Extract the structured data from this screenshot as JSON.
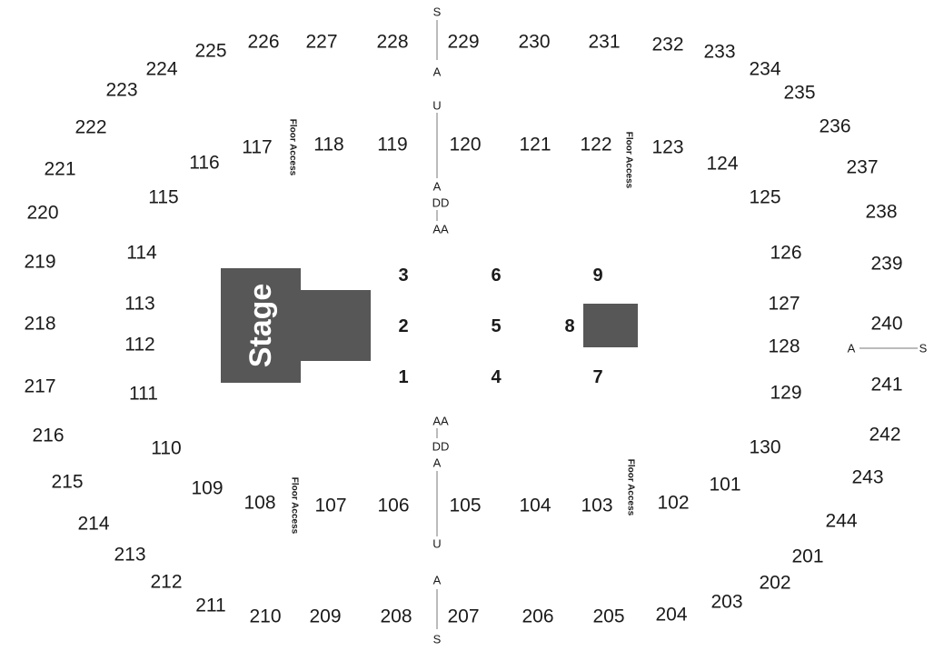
{
  "stage": {
    "label": "Stage"
  },
  "floor_access_label": "Floor Access",
  "floor_sections": [
    "1",
    "2",
    "3",
    "4",
    "5",
    "6",
    "7",
    "8",
    "9"
  ],
  "sections_100": [
    "101",
    "102",
    "103",
    "104",
    "105",
    "106",
    "107",
    "108",
    "109",
    "110",
    "111",
    "112",
    "113",
    "114",
    "115",
    "116",
    "117",
    "118",
    "119",
    "120",
    "121",
    "122",
    "123",
    "124",
    "125",
    "126",
    "127",
    "128",
    "129",
    "130"
  ],
  "sections_200": [
    "201",
    "202",
    "203",
    "204",
    "205",
    "206",
    "207",
    "208",
    "209",
    "210",
    "211",
    "212",
    "213",
    "214",
    "215",
    "216",
    "217",
    "218",
    "219",
    "220",
    "221",
    "222",
    "223",
    "224",
    "225",
    "226",
    "227",
    "228",
    "229",
    "230",
    "231",
    "232",
    "233",
    "234",
    "235",
    "236",
    "237",
    "238",
    "239",
    "240",
    "241",
    "242",
    "243",
    "244"
  ],
  "row_markers": {
    "top": [
      "S",
      "A",
      "U",
      "A",
      "DD",
      "AA"
    ],
    "bottom": [
      "AA",
      "DD",
      "A",
      "U",
      "A",
      "S"
    ],
    "right": [
      "A",
      "S"
    ]
  }
}
